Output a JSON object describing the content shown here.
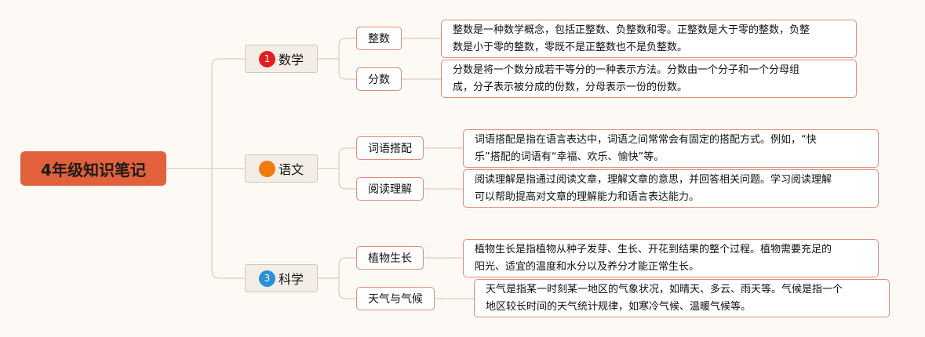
{
  "root": {
    "title": "4年级知识笔记",
    "color": "#e0613b"
  },
  "branches": [
    {
      "label": "数学",
      "badge": "1",
      "badge_color": "#e02020",
      "topics": [
        {
          "label": "整数",
          "lines": [
            "整数是一种数学概念，包括正整数、负整数和零。正整数是大于零的整数，负整",
            "数是小于零的整数，零既不是正整数也不是负整数。"
          ]
        },
        {
          "label": "分数",
          "lines": [
            "分数是将一个数分成若干等分的一种表示方法。分数由一个分子和一个分母组",
            "成，分子表示被分成的份数，分母表示一份的份数。"
          ]
        }
      ]
    },
    {
      "label": "语文",
      "badge": "",
      "badge_color": "#f07a10",
      "topics": [
        {
          "label": "词语搭配",
          "lines": [
            "词语搭配是指在语言表达中，词语之间常常会有固定的搭配方式。例如，“快",
            "乐”搭配的词语有“幸福、欢乐、愉快”等。"
          ]
        },
        {
          "label": "阅读理解",
          "lines": [
            "阅读理解是指通过阅读文章，理解文章的意思，并回答相关问题。学习阅读理解",
            "可以帮助提高对文章的理解能力和语言表达能力。"
          ]
        }
      ]
    },
    {
      "label": "科学",
      "badge": "3",
      "badge_color": "#2a8fd8",
      "topics": [
        {
          "label": "植物生长",
          "lines": [
            "植物生长是指植物从种子发芽、生长、开花到结果的整个过程。植物需要充足的",
            "阳光、适宜的温度和水分以及养分才能正常生长。"
          ]
        },
        {
          "label": "天气与气候",
          "lines": [
            "天气是指某一时刻某一地区的气象状况，如晴天、多云、雨天等。气候是指一个",
            "地区较长时间的天气统计规律，如寒冷气候、温暖气候等。"
          ]
        }
      ]
    }
  ]
}
